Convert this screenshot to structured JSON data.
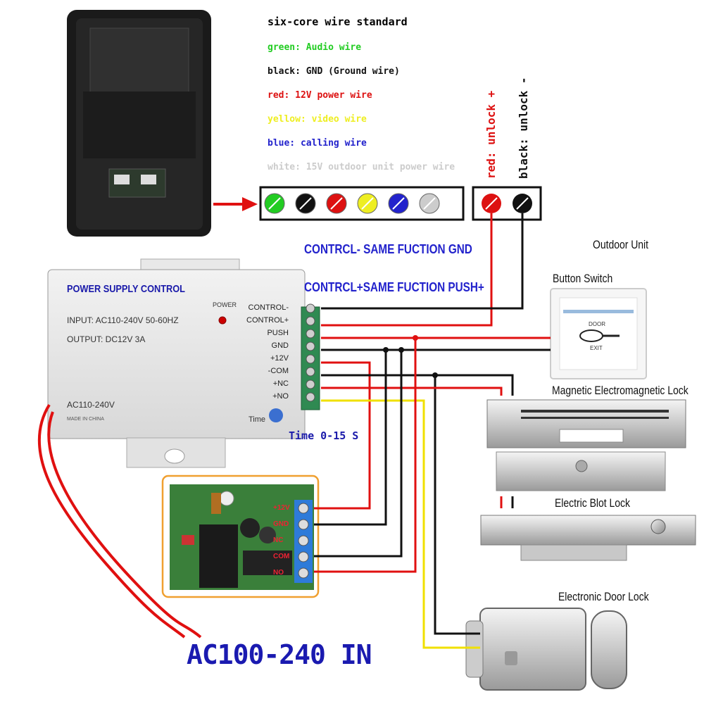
{
  "legend": {
    "title": "six-core wire standard",
    "items": [
      {
        "text": "green: Audio wire",
        "color": "#22cc22"
      },
      {
        "text": "black: GND (Ground wire)",
        "color": "#111111"
      },
      {
        "text": "red: 12V power wire",
        "color": "#dd1111"
      },
      {
        "text": "yellow: video wire",
        "color": "#eeee22"
      },
      {
        "text": "blue: calling wire",
        "color": "#2222cc"
      },
      {
        "text": "white: 15V outdoor unit power wire",
        "color": "#cccccc"
      }
    ]
  },
  "unlock_labels": {
    "red": "red: unlock +",
    "black": "black: unlock -"
  },
  "notes": {
    "control_minus": "CONTRCL- SAME FUCTION GND",
    "control_plus": "CONTRCL+SAME FUCTION PUSH+"
  },
  "psu": {
    "title": "POWER SUPPLY CONTROL",
    "power_label": "POWER",
    "input": "INPUT: AC110-240V  50-60HZ",
    "output": "OUTPUT: DC12V  3A",
    "ac": "AC110-240V",
    "made_in": "MADE IN CHINA",
    "time": "Time",
    "terminals": [
      "CONTROL-",
      "CONTROL+",
      "PUSH",
      "GND",
      "+12V",
      "-COM",
      "+NC",
      "+NO"
    ]
  },
  "time_range": "Time 0-15 S",
  "devices": {
    "outdoor_unit": "Outdoor Unit",
    "button_switch": "Button Switch",
    "button_door": "DOOR",
    "button_exit": "EXIT",
    "mag_lock": "Magnetic Electromagnetic Lock",
    "bolt_lock": "Electric Blot Lock",
    "door_lock": "Electronic Door Lock"
  },
  "receiver_terminals": [
    "+12V",
    "GND",
    "NC",
    "COM",
    "NO"
  ],
  "ac_in": "AC100-240 IN",
  "colors": {
    "red_wire": "#e01010",
    "black_wire": "#111111",
    "yellow_wire": "#f0e000",
    "blue_text": "#2222cc",
    "orange_frame": "#f0a030"
  }
}
